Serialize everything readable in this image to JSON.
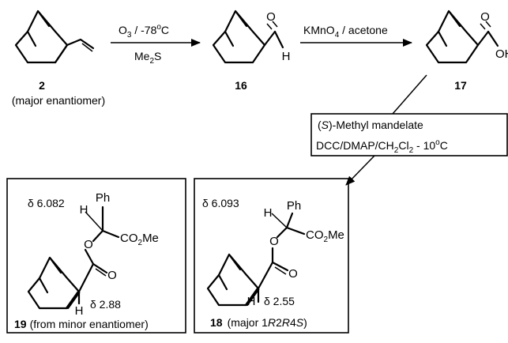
{
  "colors": {
    "ink": "#000000",
    "background": "#ffffff"
  },
  "compounds": {
    "c2": {
      "number": "2",
      "note": "(major enantiomer)"
    },
    "c16": {
      "number": "16",
      "atom_O": "O",
      "atom_H": "H"
    },
    "c17": {
      "number": "17",
      "atom_O": "O",
      "atom_OH": "OH"
    },
    "c19": {
      "number": "19",
      "caption": "(from minor enantiomer)",
      "shift_top": "δ 6.082",
      "shift_bottom": "δ 2.88",
      "atom_H_top": "H",
      "atom_H_bottom": "H",
      "atom_Ph": "Ph",
      "atom_O_ester": "O",
      "atom_O_carbonyl": "O",
      "group_ester_a": "CO",
      "group_ester_sub": "2",
      "group_ester_b": "Me"
    },
    "c18": {
      "number": "18",
      "caption_pre": "(major 1",
      "caption_R": "R",
      "caption_2": "2",
      "caption_R2": "R",
      "caption_4": "4",
      "caption_S": "S",
      "caption_post": ")",
      "shift_top": "δ 6.093",
      "shift_bottom": "δ 2.55",
      "atom_H_top": "H",
      "atom_H_bottom": "H",
      "atom_Ph": "Ph",
      "atom_O_ester": "O",
      "atom_O_carbonyl": "O",
      "group_ester_a": "CO",
      "group_ester_sub": "2",
      "group_ester_b": "Me"
    }
  },
  "reagents": {
    "step1_top_a": "O",
    "step1_top_sub": "3",
    "step1_top_b": " / -78",
    "step1_top_sup": "o",
    "step1_top_c": "C",
    "step1_bottom_a": "Me",
    "step1_bottom_sub": "2",
    "step1_bottom_b": "S",
    "step2_a": "KMnO",
    "step2_sub": "4",
    "step2_b": " / acetone",
    "step3_line1_pre": "(",
    "step3_line1_S": "S",
    "step3_line1_post": ")-Methyl mandelate",
    "step3_line2_a": "DCC/DMAP/CH",
    "step3_line2_sub1": "2",
    "step3_line2_b": "Cl",
    "step3_line2_sub2": "2",
    "step3_line2_c": " - 10",
    "step3_line2_sup": "o",
    "step3_line2_d": "C"
  }
}
